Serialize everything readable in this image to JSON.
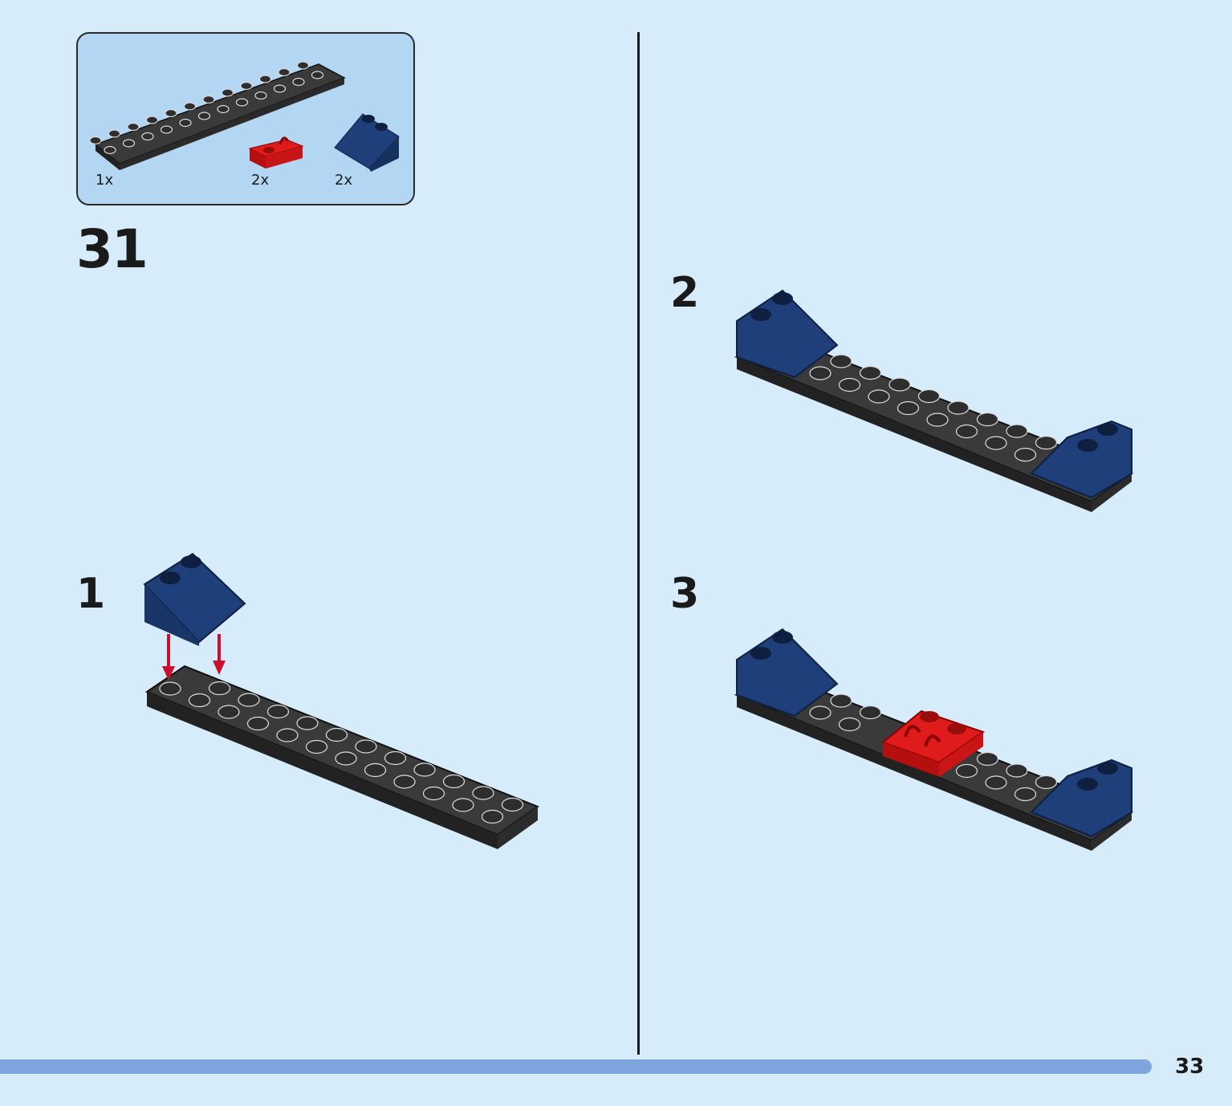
{
  "parts_list": {
    "items": [
      {
        "qty": "1x",
        "icon": "black-plate-2x12"
      },
      {
        "qty": "2x",
        "icon": "red-clip-plate"
      },
      {
        "qty": "2x",
        "icon": "blue-slope-2x2"
      }
    ]
  },
  "step": {
    "number": "31"
  },
  "substeps": [
    {
      "number": "1"
    },
    {
      "number": "2"
    },
    {
      "number": "3"
    }
  ],
  "page": {
    "number": "33"
  },
  "colors": {
    "background": "#d6ecfb",
    "parts_box": "#b3d7f3",
    "plate": "#3a3a3a",
    "slope": "#1f3f7a",
    "clip": "#e01b1b",
    "arrow": "#c8102e",
    "progress_bar": "#7fa6dc"
  }
}
